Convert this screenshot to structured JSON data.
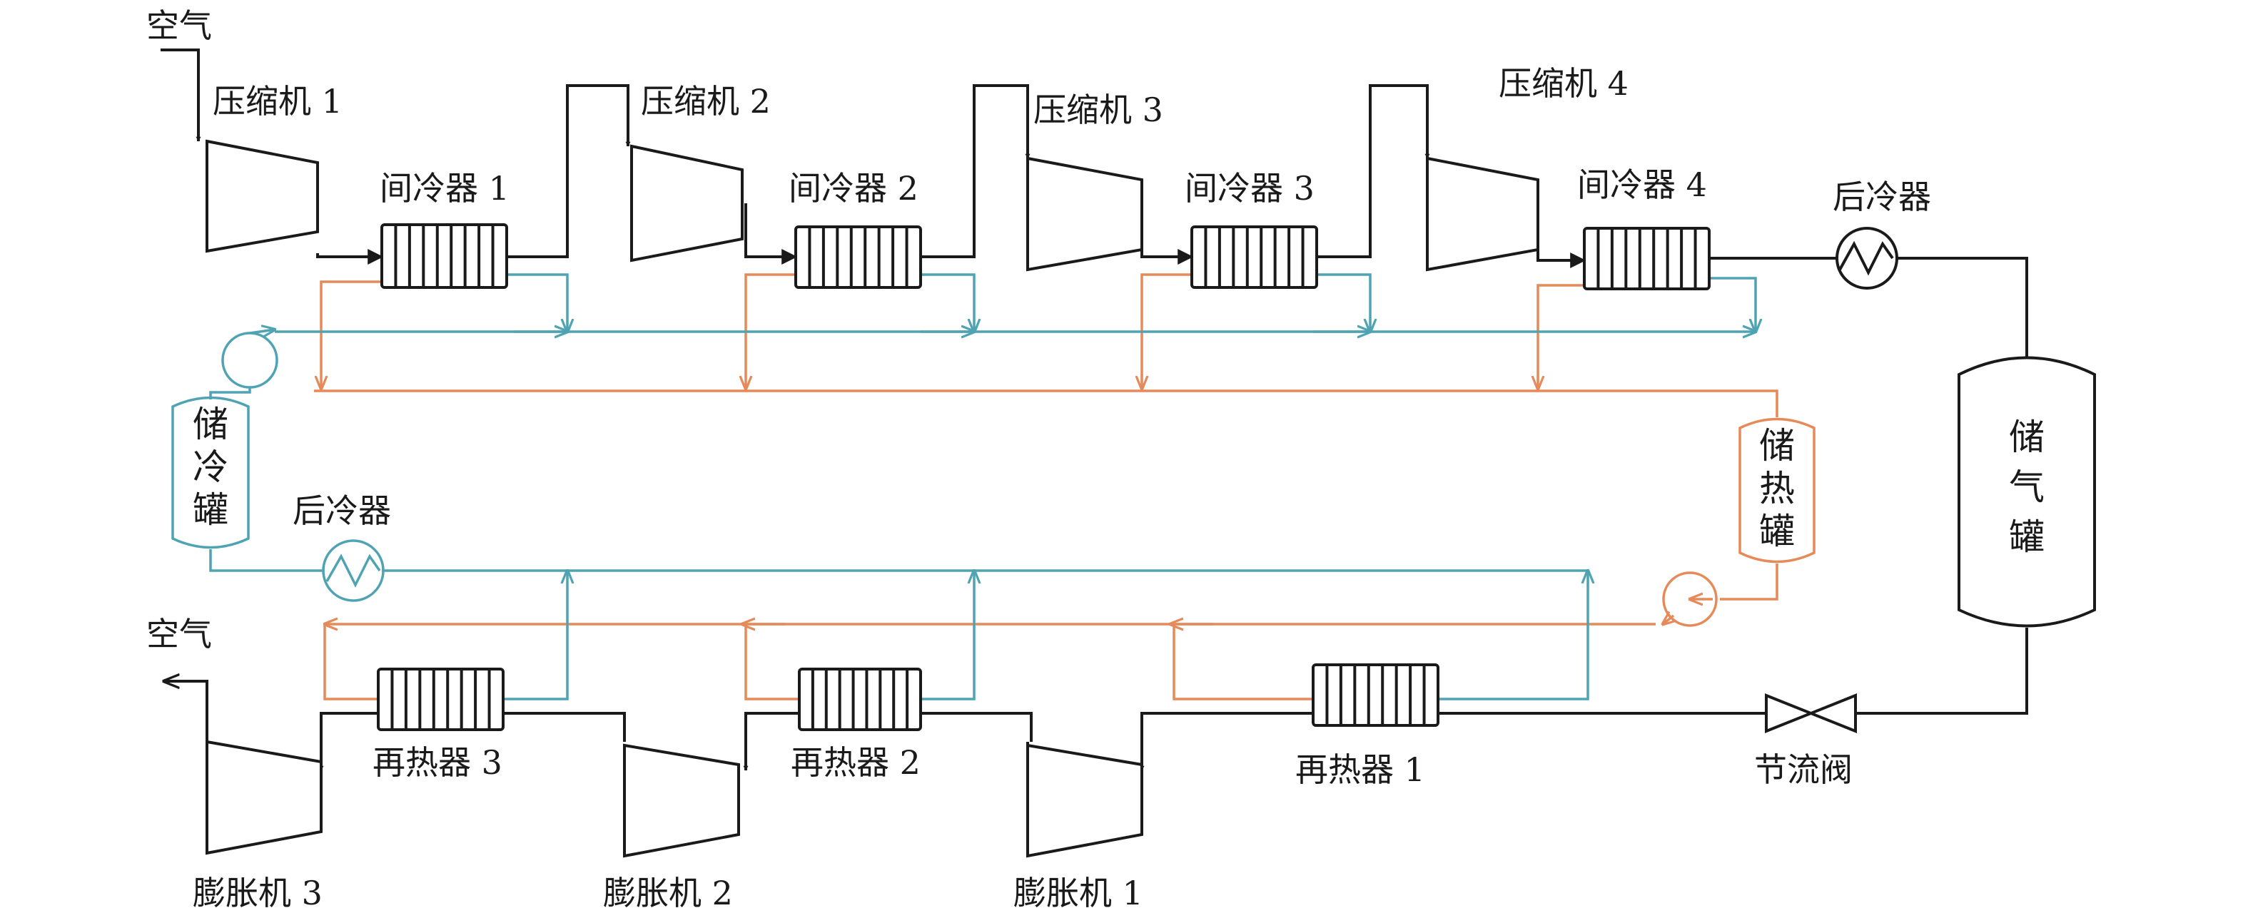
{
  "air_in": "空气",
  "air_out": "空气",
  "compressors": [
    "压缩机 1",
    "压缩机 2",
    "压缩机 3",
    "压缩机 4"
  ],
  "intercoolers": [
    "间冷器 1",
    "间冷器 2",
    "间冷器 3",
    "间冷器 4"
  ],
  "aftercooler_top": "后冷器",
  "aftercooler_bottom": "后冷器",
  "gas_tank": [
    "储",
    "气",
    "罐"
  ],
  "cold_tank": [
    "储",
    "冷",
    "罐"
  ],
  "heat_tank": [
    "储",
    "热",
    "罐"
  ],
  "throttle_valve": "节流阀",
  "reheaters": [
    "再热器 1",
    "再热器 2",
    "再热器 3"
  ],
  "expanders": [
    "膨胀机 1",
    "膨胀机 2",
    "膨胀机 3"
  ],
  "colors": {
    "process": "#1a1a1a",
    "cold_loop": "#4fa3b3",
    "hot_loop": "#e58a58"
  }
}
